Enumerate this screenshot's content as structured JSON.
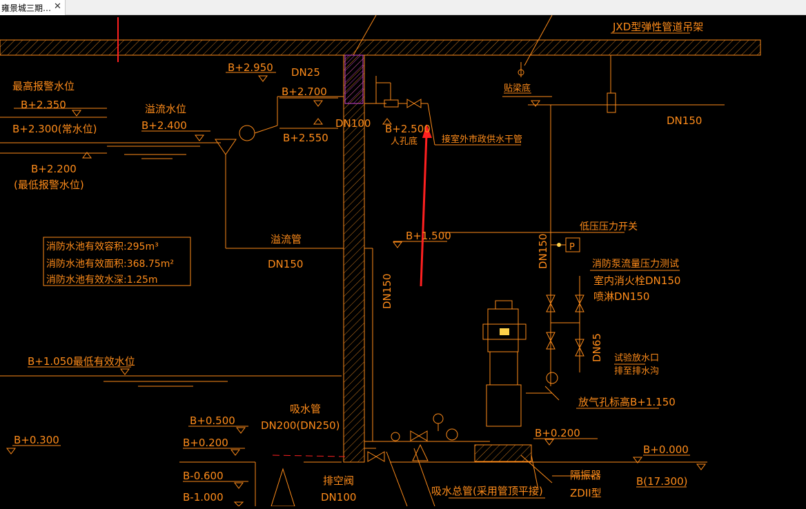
{
  "tab": {
    "title": "雍景城三期…",
    "close": "✕"
  },
  "colors": {
    "line": "#ff8c1a",
    "hatch": "#c87820",
    "pink": "#cc44cc",
    "red": "#ff2020",
    "accent": "#ffd24a"
  },
  "drawing": {
    "jxd": "JXD型弹性管道吊架",
    "dn25": "DN25",
    "bp2950": "B+2.950",
    "bp2700": "B+2.700",
    "bp2550": "B+2.550",
    "bp2500": "B+2.500",
    "manhole": "人孔底",
    "connect": "接室外市政供水干管",
    "dn100_top": "DN100",
    "beam": "贴梁底",
    "dn150_right": "DN150",
    "max_alarm": "最高报警水位",
    "bp2350": "B+2.350",
    "bp2300": "B+2.300(常水位)",
    "overflow_level": "溢流水位",
    "bp2400": "B+2.400",
    "bp2200": "B+2.200",
    "min_alarm": "(最低报警水位)",
    "info1": "消防水池有效容积:295m³",
    "info2": "消防水池有效面积:368.75m²",
    "info3": "消防水池有效水深:1.25m",
    "overflow_pipe": "溢流管",
    "dn150_a": "DN150",
    "bp1500": "B+1.500",
    "dn150_v": "DN150",
    "dn150_v2": "DN150",
    "low_switch": "低压压力开关",
    "p": "P",
    "flow_test": "消防泵流量压力测试",
    "indoor": "室内消火栓DN150",
    "spray": "喷淋DN150",
    "dn65": "DN65",
    "test_water1": "试验放水口",
    "test_water2": "排至排水沟",
    "vent_elev": "放气孔标高B+1.150",
    "bp1050": "B+1.050最低有效水位",
    "suction": "吸水管",
    "dn200": "DN200(DN250)",
    "bp0500": "B+0.500",
    "bp0300": "B+0.300",
    "bp0200a": "B+0.200",
    "bp0200b": "B+0.200",
    "bp0000": "B+0.000",
    "b17300": "B(17.300)",
    "bm0600": "B-0.600",
    "bm1000": "B-1.000",
    "vent_valve": "排空阀",
    "dn100_bot": "DN100",
    "main_suction": "吸水总管(采用管顶平接)",
    "damper": "隔振器",
    "zd": "ZDII型"
  }
}
